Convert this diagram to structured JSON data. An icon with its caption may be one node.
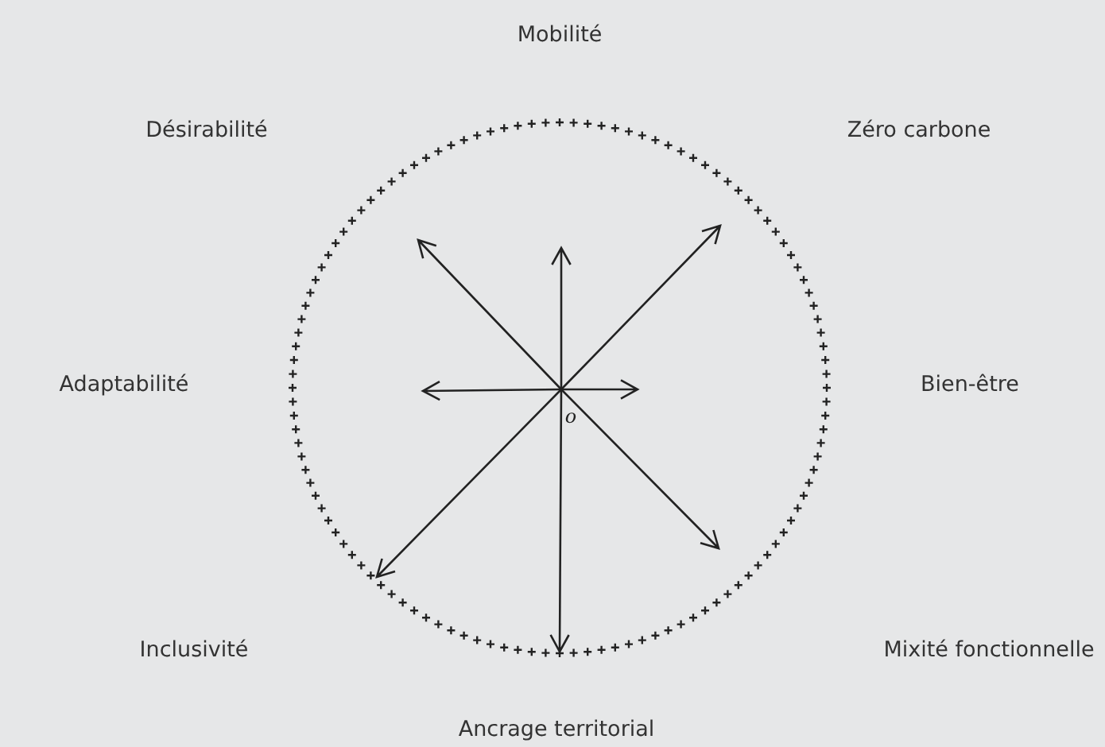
{
  "diagram": {
    "labels": [
      "Mobilité",
      "Désirabilité",
      "Zéro carbone",
      "Adaptabilité",
      "Bien-être",
      "o",
      "Inclusivité",
      "Mixité fonctionnelle",
      "Ancrage territorial"
    ]
  }
}
